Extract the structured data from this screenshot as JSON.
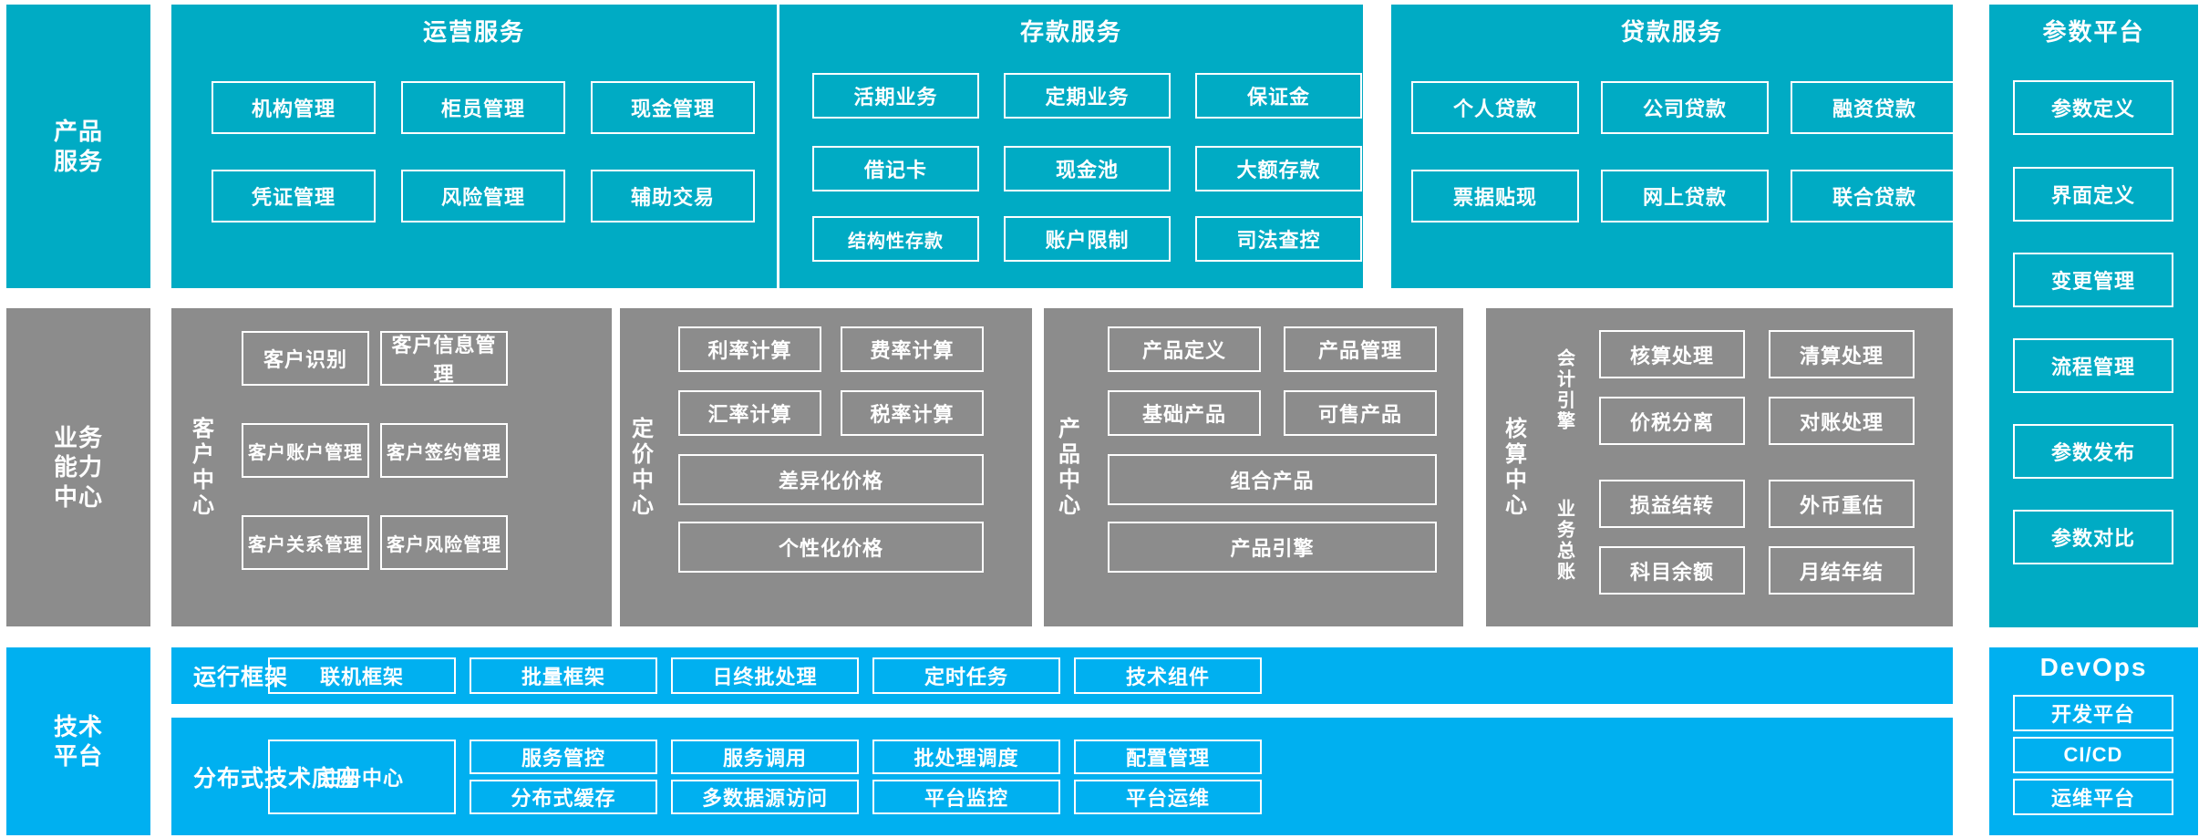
{
  "diagram": {
    "colors": {
      "teal": "#00ABC4",
      "gray": "#8C8C8C",
      "blue": "#00B0F0",
      "border": "#FFFFFF",
      "background": "#FFFFFF"
    }
  },
  "row_product_service": {
    "side_label": "产品\n服务",
    "groups": [
      {
        "title": "运营服务",
        "tiles": [
          "机构管理",
          "柜员管理",
          "现金管理",
          "凭证管理",
          "风险管理",
          "辅助交易"
        ]
      },
      {
        "title": "存款服务",
        "tiles": [
          "活期业务",
          "定期业务",
          "保证金",
          "借记卡",
          "现金池",
          "大额存款",
          "结构性存款",
          "账户限制",
          "司法查控"
        ]
      },
      {
        "title": "贷款服务",
        "tiles": [
          "个人贷款",
          "公司贷款",
          "融资贷款",
          "票据贴现",
          "网上贷款",
          "联合贷款"
        ]
      }
    ]
  },
  "param_platform": {
    "title": "参数平台",
    "tiles": [
      "参数定义",
      "界面定义",
      "变更管理",
      "流程管理",
      "参数发布",
      "参数对比"
    ]
  },
  "row_business_capability": {
    "side_label": "业务\n能力\n中心",
    "centers": [
      {
        "label": "客户中心",
        "tiles": [
          "客户识别",
          "客户信息管理",
          "客户账户管理",
          "客户签约管理",
          "客户关系管理",
          "客户风险管理"
        ]
      },
      {
        "label": "定价中心",
        "tiles": [
          "利率计算",
          "费率计算",
          "汇率计算",
          "税率计算"
        ],
        "wide_tiles": [
          "差异化价格",
          "个性化价格"
        ]
      },
      {
        "label": "产品中心",
        "tiles": [
          "产品定义",
          "产品管理",
          "基础产品",
          "可售产品"
        ],
        "wide_tiles": [
          "组合产品",
          "产品引擎"
        ]
      },
      {
        "label": "核算中心",
        "sub_labels": [
          "会计引擎",
          "业务总账"
        ],
        "tiles_engine": [
          "核算处理",
          "清算处理",
          "价税分离",
          "对账处理"
        ],
        "tiles_ledger": [
          "损益结转",
          "外币重估",
          "科目余额",
          "月结年结"
        ]
      }
    ]
  },
  "row_tech_platform": {
    "side_label": "技术\n平台",
    "runtime": {
      "label": "运行框架",
      "tiles": [
        "联机框架",
        "批量框架",
        "日终批处理",
        "定时任务",
        "技术组件"
      ]
    },
    "foundation": {
      "label": "分布式技术底座",
      "registry": "注册中心",
      "tiles_top": [
        "服务管控",
        "服务调用",
        "批处理调度",
        "配置管理"
      ],
      "tiles_bottom": [
        "分布式缓存",
        "多数据源访问",
        "平台监控",
        "平台运维"
      ]
    }
  },
  "devops": {
    "title": "DevOps",
    "tiles": [
      "开发平台",
      "CI/CD",
      "运维平台"
    ]
  }
}
